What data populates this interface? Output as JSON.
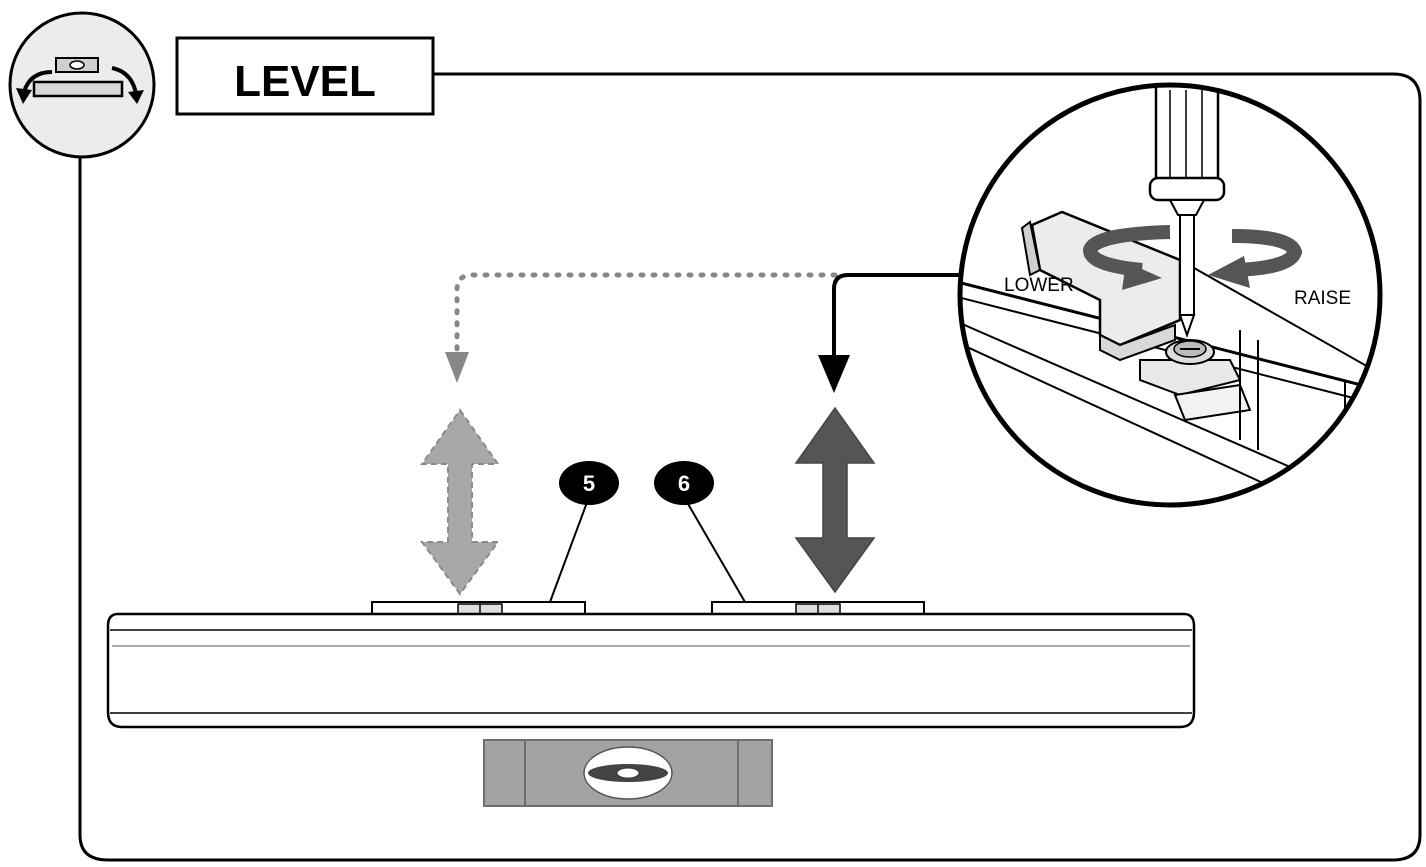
{
  "title": "LEVEL",
  "labels": {
    "lower": "LOWER",
    "raise": "RAISE"
  },
  "callouts": [
    "5",
    "6"
  ],
  "icons": {
    "header": "level-adjust-icon",
    "screwdriver": "screwdriver-icon",
    "rotation": "rotate-arrows-icon",
    "bubble_level": "bubble-level-icon"
  },
  "colors": {
    "line": "#000000",
    "arrow_dark": "#555555",
    "arrow_light": "#a8a8a8",
    "dotted": "#888888",
    "level_body": "#a3a3a3"
  }
}
